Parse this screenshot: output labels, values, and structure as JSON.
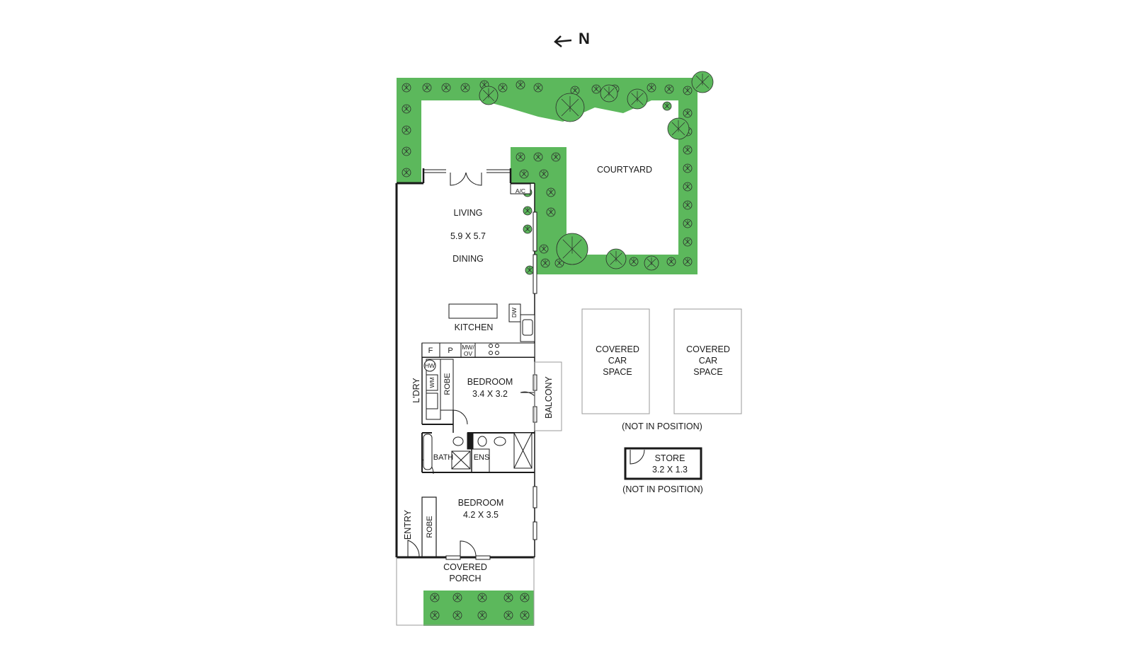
{
  "compass": {
    "label": "N"
  },
  "rooms": {
    "living": "LIVING",
    "living_dim": "5.9 X 5.7",
    "dining": "DINING",
    "kitchen": "KITCHEN",
    "bedroom1": "BEDROOM",
    "bedroom1_dim": "3.4 X 3.2",
    "bedroom2": "BEDROOM",
    "bedroom2_dim": "4.2 X 3.5",
    "laundry": "L'DRY",
    "robe1": "ROBE",
    "robe2": "ROBE",
    "balcony": "BALCONY",
    "bath": "BATH",
    "ens": "ENS",
    "entry": "ENTRY",
    "porch_line1": "COVERED",
    "porch_line2": "PORCH",
    "courtyard": "COURTYARD"
  },
  "fixtures": {
    "ac": "A/C",
    "dw": "DW",
    "fridge": "F",
    "pantry": "P",
    "mw_line1": "MW/",
    "mw_line2": "OV",
    "hw": "HW",
    "wm": "WM"
  },
  "outbuildings": {
    "car1_line1": "COVERED",
    "car1_line2": "CAR",
    "car1_line3": "SPACE",
    "car2_line1": "COVERED",
    "car2_line2": "CAR",
    "car2_line3": "SPACE",
    "car_note": "(NOT IN POSITION)",
    "store": "STORE",
    "store_dim": "3.2 X 1.3",
    "store_note": "(NOT IN POSITION)"
  },
  "colors": {
    "garden": "#5cb85c",
    "wall": "#1a1a1a",
    "outline": "#9a9a9a",
    "plant_line": "#2b2b2b"
  }
}
